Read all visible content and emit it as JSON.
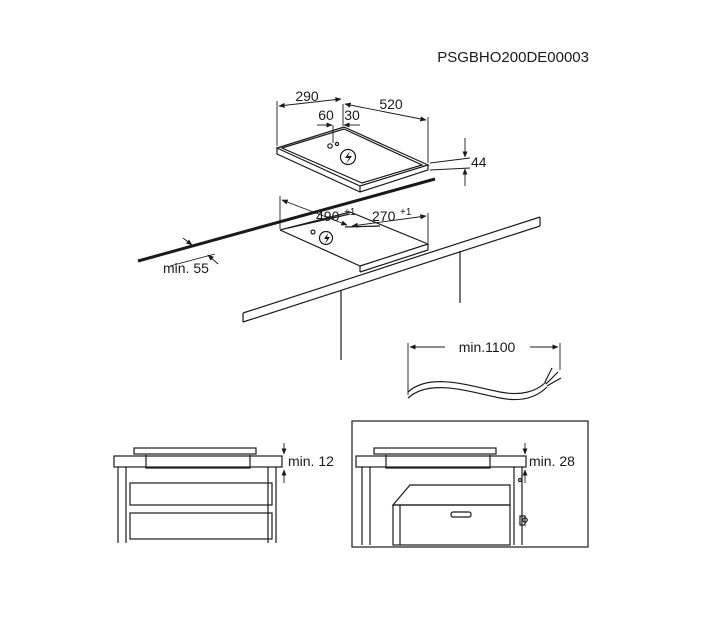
{
  "drawing_code": "PSGBHO200DE00003",
  "hob_dimensions": {
    "depth": "290",
    "width": "520",
    "offset_left": "60",
    "offset_right": "30",
    "height": "44"
  },
  "cutout_dimensions": {
    "width": "490",
    "width_tolerance": "+1",
    "depth": "270",
    "depth_tolerance": "+1",
    "min_edge_distance": "min. 55"
  },
  "cable_length": "min.1100",
  "installation_clearances": {
    "drawer_min": "min. 12",
    "oven_min": "min. 28"
  },
  "icons": {
    "hob_warning": "electric-warning-icon",
    "cutout_warning": "electric-warning-icon"
  }
}
